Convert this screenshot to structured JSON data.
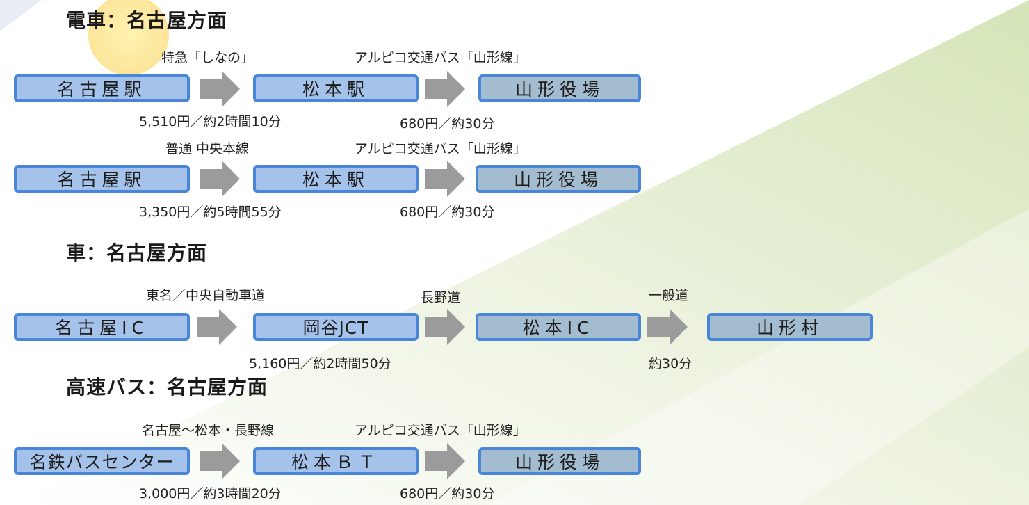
{
  "sections": {
    "train": {
      "title": "電車：名古屋方面",
      "rows": [
        {
          "nodes": [
            "名古屋駅",
            "松本駅",
            "山形役場"
          ],
          "legs": [
            {
              "label": "特急「しなの」",
              "cost": "5,510円／約2時間10分"
            },
            {
              "label": "アルピコ交通バス「山形線」",
              "cost": "680円／約30分"
            }
          ]
        },
        {
          "nodes": [
            "名古屋駅",
            "松本駅",
            "山形役場"
          ],
          "legs": [
            {
              "label": "普通 中央本線",
              "cost": "3,350円／約5時間55分"
            },
            {
              "label": "アルピコ交通バス「山形線」",
              "cost": "680円／約30分"
            }
          ]
        }
      ]
    },
    "car": {
      "title": "車：名古屋方面",
      "nodes": [
        "名古屋IC",
        "岡谷JCT",
        "松本IC",
        "山形村"
      ],
      "legs": [
        {
          "label": "東名／中央自動車道",
          "cost": "5,160円／約2時間50分"
        },
        {
          "label": "長野道"
        },
        {
          "label": "一般道",
          "cost": "約30分"
        }
      ]
    },
    "bus": {
      "title": "高速バス：名古屋方面",
      "nodes": [
        "名鉄バスセンター",
        "松本ＢＴ",
        "山形役場"
      ],
      "legs": [
        {
          "label": "名古屋〜松本・長野線",
          "cost": "3,000円／約3時間20分"
        },
        {
          "label": "アルピコ交通バス「山形線」",
          "cost": "680円／約30分"
        }
      ]
    }
  },
  "colors": {
    "box_border": "#4a86d8",
    "box_fill_station": "#a5c3ea",
    "box_fill_destination": "#a4bcd0",
    "arrow": "#9b9b9b",
    "background_band": "#dfe9c8"
  }
}
